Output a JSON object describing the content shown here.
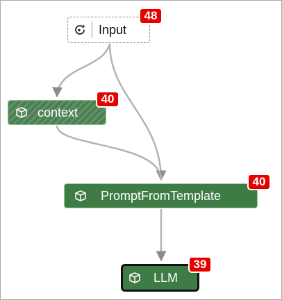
{
  "nodes": {
    "input": {
      "label": "Input",
      "badge": "48",
      "icon": "node-input-icon"
    },
    "context": {
      "label": "context",
      "badge": "40",
      "icon": "package-icon"
    },
    "prompt_from_template": {
      "label": "PromptFromTemplate",
      "badge": "40",
      "icon": "package-icon"
    },
    "llm": {
      "label": "LLM",
      "badge": "39",
      "icon": "package-icon"
    }
  },
  "edges": [
    {
      "from": "Input",
      "to": "context"
    },
    {
      "from": "Input",
      "to": "PromptFromTemplate"
    },
    {
      "from": "context",
      "to": "PromptFromTemplate"
    },
    {
      "from": "PromptFromTemplate",
      "to": "LLM"
    }
  ],
  "colors": {
    "node_green": "#3f7b45",
    "badge_red": "#e60000",
    "edge_gray": "#b3b3b3",
    "arrow_gray": "#8c8c8c"
  }
}
